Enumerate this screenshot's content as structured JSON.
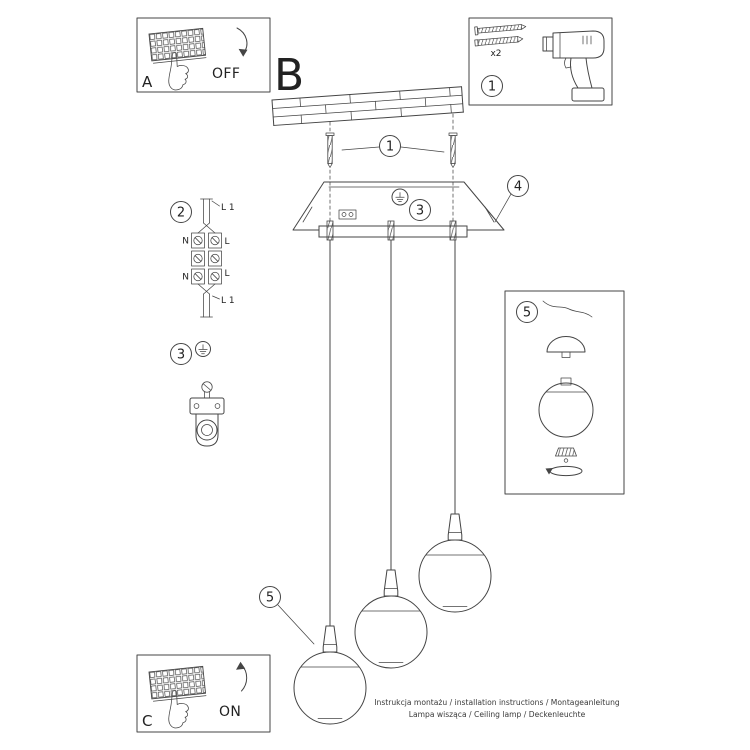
{
  "colors": {
    "line": "#454545",
    "text": "#222222",
    "background": "#ffffff"
  },
  "panels": {
    "a": {
      "label": "A",
      "state": "OFF"
    },
    "c": {
      "label": "C",
      "state": "ON"
    }
  },
  "section_label": "B",
  "callouts": {
    "one": "1",
    "two": "2",
    "three": "3",
    "four": "4",
    "five": "5"
  },
  "hardware_box": {
    "screw_qty": "x2"
  },
  "wiring_labels": {
    "neutral": "N",
    "live": "L",
    "line1": "L 1"
  },
  "footer": {
    "line1": "Instrukcja montażu / installation instructions / Montageanleitung",
    "line2": "Lampa wisząca / Ceiling lamp / Deckenleuchte"
  }
}
